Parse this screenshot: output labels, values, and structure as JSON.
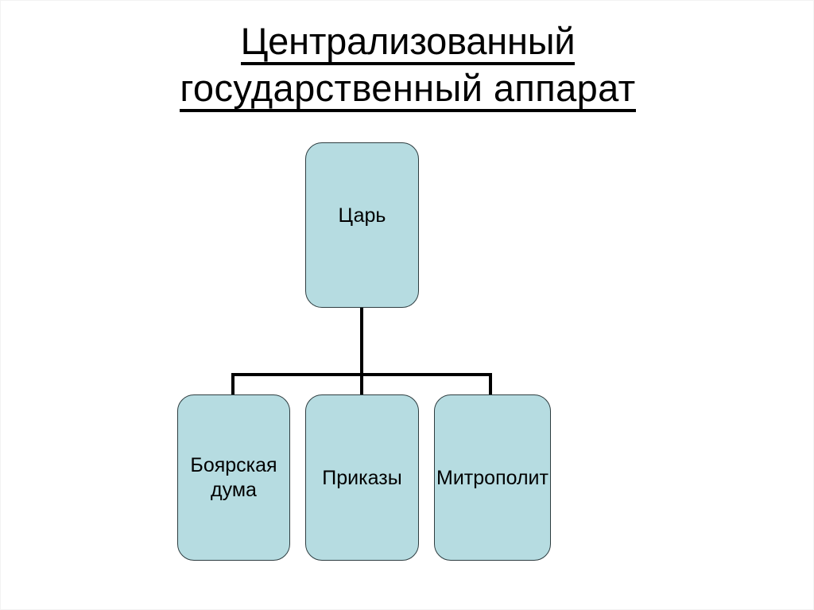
{
  "slide": {
    "background_color": "#ffffff",
    "title": {
      "lines": [
        "Централизованный",
        "государственный аппарат"
      ],
      "underlined": true,
      "color": "#000000"
    }
  },
  "chart_data": {
    "type": "diagram",
    "diagram_kind": "organizational-hierarchy-tree",
    "title": "Централизованный государственный аппарат",
    "orientation": "top-down",
    "node_style": {
      "fill": "#b6dce1",
      "border": "#2e3d40",
      "shape": "rounded-rectangle",
      "text_color": "#000000"
    },
    "connector_color": "#000000",
    "levels": 2,
    "nodes": [
      {
        "id": "tsar",
        "label": "Царь",
        "level": 0,
        "parent": null
      },
      {
        "id": "boyar",
        "label": "Боярская дума",
        "level": 1,
        "parent": "tsar"
      },
      {
        "id": "prikazy",
        "label": "Приказы",
        "level": 1,
        "parent": "tsar"
      },
      {
        "id": "mitropolit",
        "label": "Митрополит",
        "level": 1,
        "parent": "tsar"
      }
    ],
    "edges": [
      {
        "from": "tsar",
        "to": "boyar"
      },
      {
        "from": "tsar",
        "to": "prikazy"
      },
      {
        "from": "tsar",
        "to": "mitropolit"
      }
    ]
  }
}
